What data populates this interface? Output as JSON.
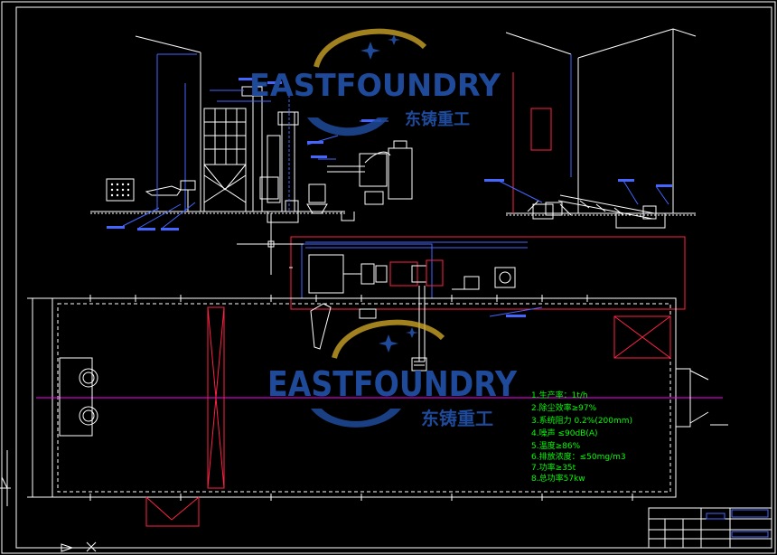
{
  "watermarks": [
    {
      "brand": "EASTFOUNDRY",
      "brand_cn": "东铸重工"
    },
    {
      "brand": "EASTFOUNDRY",
      "brand_cn": "东铸重工"
    }
  ],
  "spec_lines": [
    "1.生产率：1t/h",
    "2.除尘效率≥97%",
    "3.系统阻力 0.2%(200mm)",
    "4.噪声 ≤90dB(A)",
    "5.温度≥86%",
    "6.排放浓度：≤50mg/m3",
    "7.功率≥35t",
    "8.总功率57kw"
  ],
  "colors": {
    "background": "#000000",
    "frame": "#ffffff",
    "structure": "#4466ff",
    "wall": "#ff2244",
    "axis": "#ff00ff",
    "spec_text": "#00ff00",
    "watermark_text": "#1f4a9a",
    "watermark_gold": "#c9a227",
    "equipment": "#ffffff",
    "duct": "#6688ff"
  }
}
